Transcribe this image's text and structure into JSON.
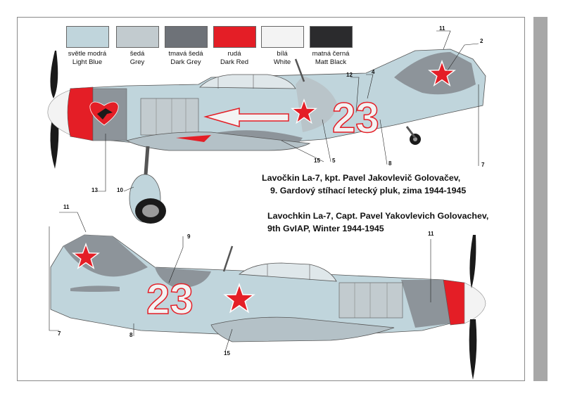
{
  "swatches": [
    {
      "color": "#c0d5dc",
      "czech": "světle modrá",
      "english": "Light Blue"
    },
    {
      "color": "#c2cbcf",
      "czech": "šedá",
      "english": "Grey"
    },
    {
      "color": "#6e7278",
      "czech": "tmavá šedá",
      "english": "Dark Grey"
    },
    {
      "color": "#e41e26",
      "czech": "rudá",
      "english": "Dark Red"
    },
    {
      "color": "#f3f3f3",
      "czech": "bílá",
      "english": "White"
    },
    {
      "color": "#2b2b2d",
      "czech": "matná černá",
      "english": "Matt Black"
    }
  ],
  "caption_czech": {
    "line1": "Lavočkin La-7, kpt. Pavel Jakovlevič Golovačev,",
    "line2": "9. Gardový stíhací letecký pluk, zima 1944-1945"
  },
  "caption_english": {
    "line1": "Lavochkin La-7, Capt. Pavel Yakovlevich Golovachev,",
    "line2": "9th GvIAP, Winter 1944-1945"
  },
  "aircraft_number": "23",
  "callouts": {
    "top": [
      "11",
      "2",
      "12",
      "4",
      "5",
      "8",
      "7",
      "15",
      "13",
      "10"
    ],
    "bottom": [
      "11",
      "9",
      "11",
      "7",
      "8",
      "15"
    ]
  }
}
